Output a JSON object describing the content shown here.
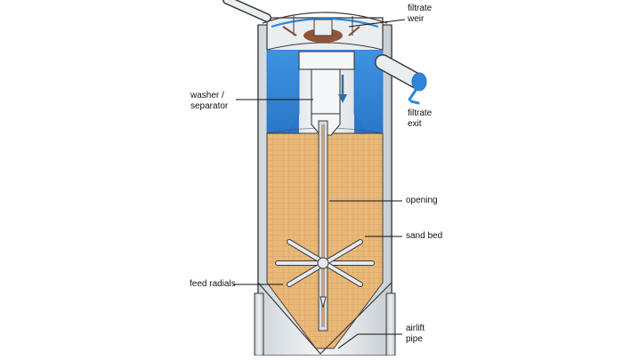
{
  "diagram": {
    "labels": {
      "filtrate_weir": "filtrate\nweir",
      "filtrate_exit": "filtrate\nexit",
      "washer_separator": "washer /\nseparator",
      "opening": "opening",
      "sand_bed": "sand bed",
      "feed_radials": "feed radials",
      "airlift_pipe": "airlift\npipe"
    },
    "colors": {
      "sand": "#e9b97a",
      "sand_grid": "#c98c4a",
      "water": "#2f86d9",
      "steel": "#e7ebee",
      "outline": "#3a3a3a",
      "pipe": "#d6dde2",
      "rust": "#8a4a2a"
    }
  }
}
